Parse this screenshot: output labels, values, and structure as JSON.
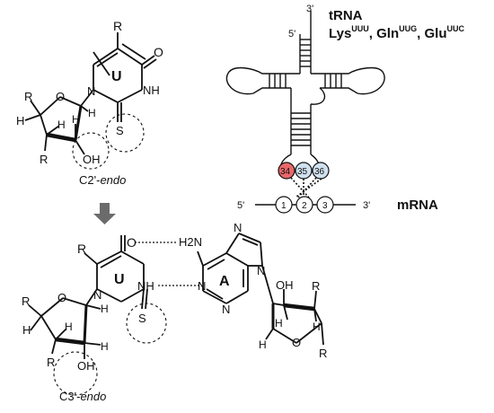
{
  "top_molecule": {
    "substituent_r": "R",
    "ring_label": "U",
    "atoms": {
      "oxygen": "O",
      "nh": "NH",
      "n": "N",
      "sulfur": "S",
      "hydroxyl": "OH"
    },
    "sugar_r_left": "R",
    "sugar_r_bottom": "R",
    "h_left": "H",
    "h_inner": "H",
    "h_anomeric": "H",
    "h_c2": "H",
    "conformation": {
      "prefix": "C2'-",
      "suffix": "endo"
    }
  },
  "trna": {
    "title": "tRNA",
    "species": {
      "lys": "Lys",
      "lys_sup": "UUU",
      "gln": "Gln",
      "gln_sup": "UUG",
      "glu": "Glu",
      "glu_sup": "UUC"
    },
    "end_3prime": "3'",
    "end_5prime": "5'",
    "anticodon": [
      "34",
      "35",
      "36"
    ],
    "highlight_color": "#e8676b",
    "anticodon_color": "#cfe0ee"
  },
  "mrna": {
    "label": "mRNA",
    "end_5prime": "5'",
    "end_3prime": "3'",
    "codons": [
      "1",
      "2",
      "3"
    ]
  },
  "arrow_color": "#6b6b6b",
  "bottom_pair": {
    "uracil": {
      "substituent_r": "R",
      "ring_label": "U",
      "atoms": {
        "oxygen": "O",
        "nh": "NH",
        "n": "N",
        "sulfur": "S",
        "hydroxyl": "OH"
      },
      "sugar_r_left": "R",
      "sugar_r_bottom": "R",
      "h_left": "H",
      "h_inner": "H",
      "h_anomeric": "H",
      "h_c2": "H",
      "conformation": {
        "prefix": "C3'-",
        "suffix": "endo"
      }
    },
    "adenine": {
      "ring_label": "A",
      "amino": "H2N",
      "atoms": {
        "n1": "N",
        "n3": "N",
        "n7": "N",
        "n9": "N"
      },
      "hydroxyl": "OH",
      "sugar_r_top": "R",
      "sugar_r_bottom": "R",
      "oxygen": "O",
      "h_left": "H",
      "h_right": "H",
      "h_bottom": "H"
    }
  }
}
